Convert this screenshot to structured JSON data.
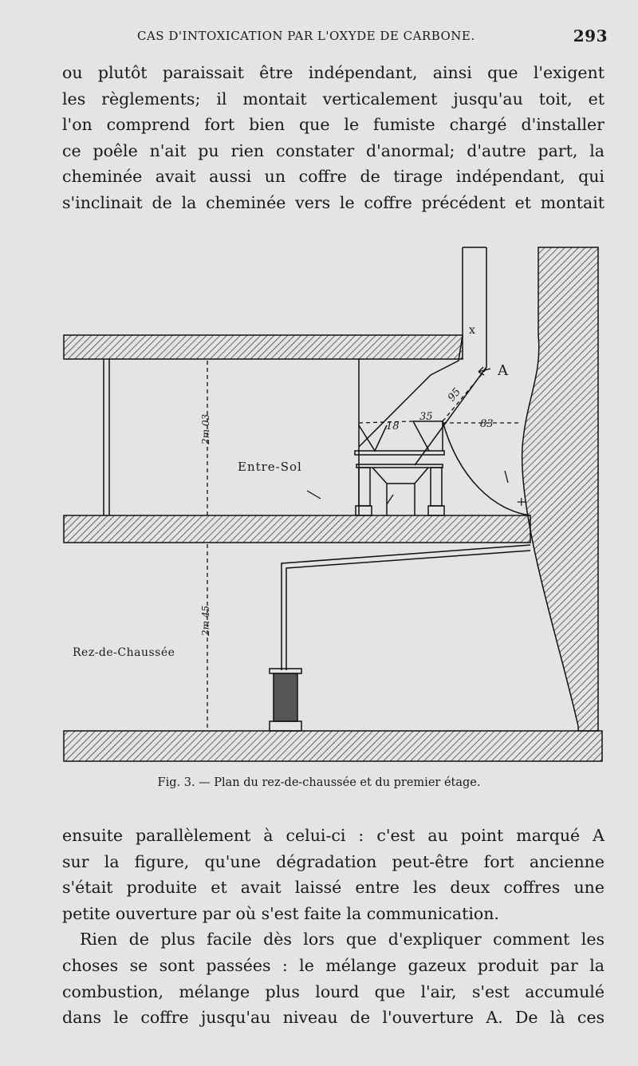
{
  "header": {
    "running_title": "CAS D'INTOXICATION PAR L'OXYDE DE CARBONE.",
    "page_number": "293"
  },
  "paragraph_top": [
    "ou plutôt paraissait être indépendant, ainsi que l'exigent",
    "les règlements; il montait verticalement jusqu'au toit, et",
    "l'on comprend fort bien que le fumiste chargé d'installer",
    "ce poêle n'ait pu rien constater d'anormal; d'autre part, la",
    "cheminée avait aussi un coffre de tirage indépendant, qui",
    "s'inclinait de la cheminée vers le coffre précédent et montait"
  ],
  "figure": {
    "labels": {
      "entre_sol": "Entre-Sol",
      "rez_de_chaussee": "Rez-de-Chaussée",
      "height_upper": "2m 03",
      "height_lower": "2m 45",
      "point_a": "A",
      "point_x": "x",
      "plus": "+",
      "dim_95": "95",
      "dim_35": "35",
      "dim_18": "18",
      "dim_83": "83"
    },
    "caption": "Fig. 3. — Plan du rez-de-chaussée et du premier étage."
  },
  "paragraph_bottom": [
    "ensuite parallèlement à celui-ci : c'est au point marqué A",
    "sur la figure, qu'une dégradation peut-être fort ancienne",
    "s'était produite et avait laissé entre les deux coffres une",
    "petite ouverture par où s'est faite la communication."
  ],
  "paragraph_last": [
    "Rien de plus facile dès lors que d'expliquer comment les",
    "choses se sont passées : le mélange gazeux produit par la",
    "combustion, mélange plus lourd que l'air, s'est accumulé",
    "dans le coffre jusqu'au niveau de l'ouverture A. De là ces"
  ]
}
